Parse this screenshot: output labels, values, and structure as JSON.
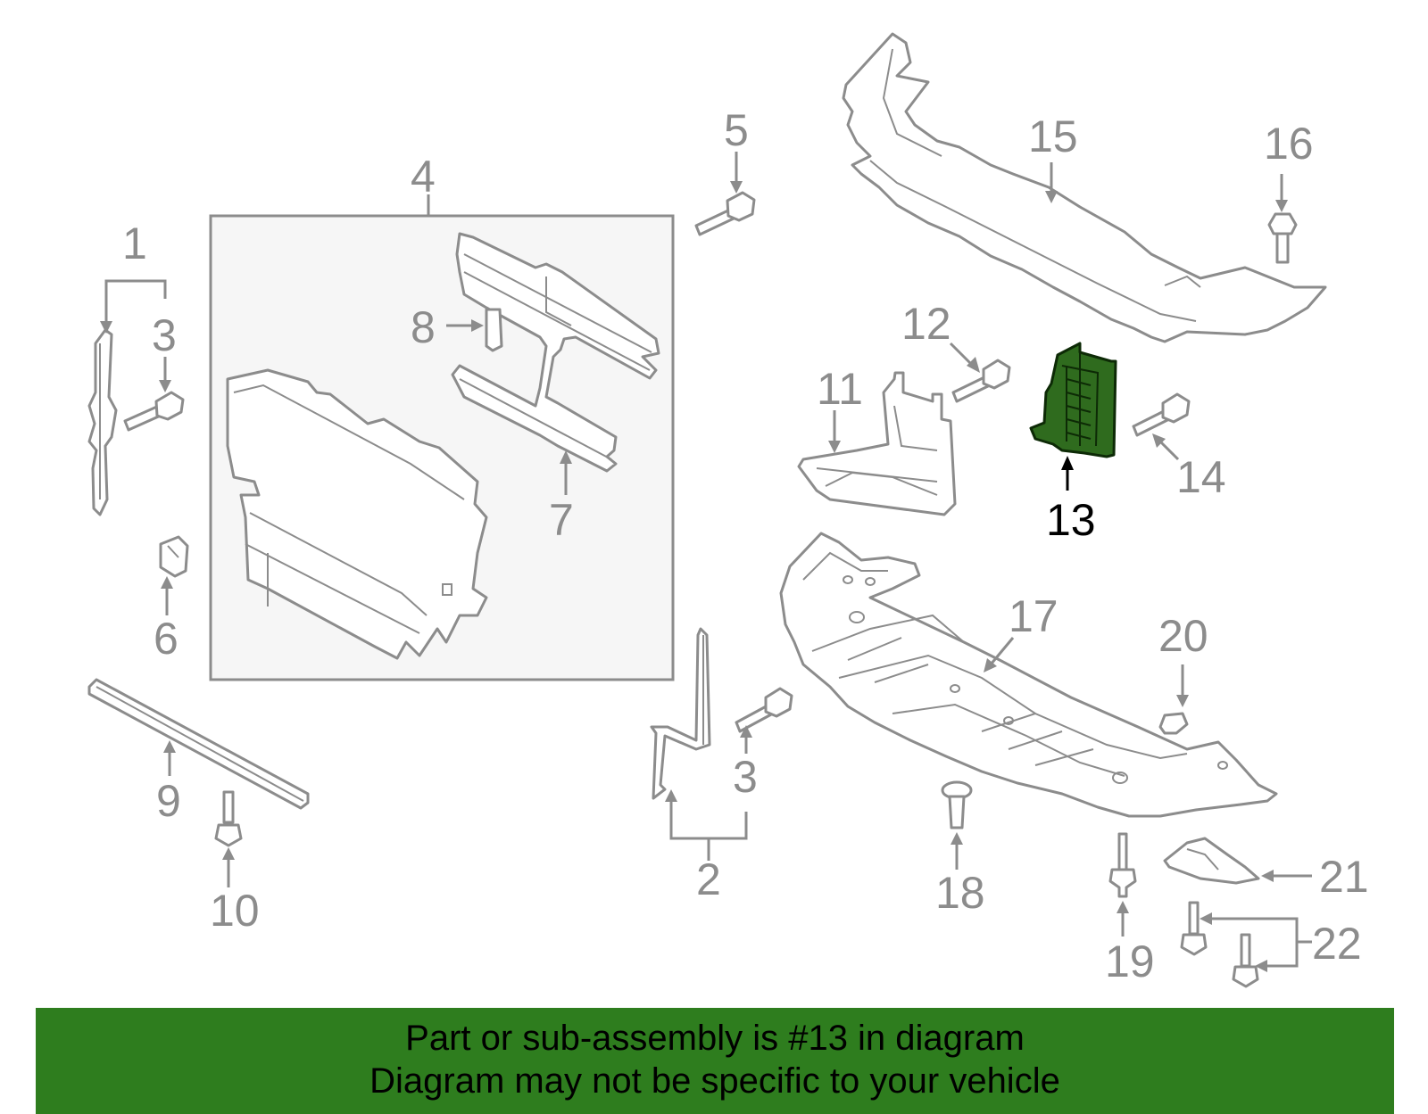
{
  "diagram": {
    "callouts": {
      "c1": "1",
      "c2": "2",
      "c3a": "3",
      "c3b": "3",
      "c4": "4",
      "c5": "5",
      "c6": "6",
      "c7": "7",
      "c8": "8",
      "c9": "9",
      "c10": "10",
      "c11": "11",
      "c12": "12",
      "c13": "13",
      "c14": "14",
      "c15": "15",
      "c16": "16",
      "c17": "17",
      "c18": "18",
      "c19": "19",
      "c20": "20",
      "c21": "21",
      "c22": "22"
    },
    "highlighted_part": "13",
    "colors": {
      "outline": "#8c8c8c",
      "highlight_fill": "#2f6b1e",
      "banner": "#2e7d1e"
    }
  },
  "banner": {
    "line1": "Part or sub-assembly is #13 in diagram",
    "line2": "Diagram may not be specific to your vehicle"
  }
}
